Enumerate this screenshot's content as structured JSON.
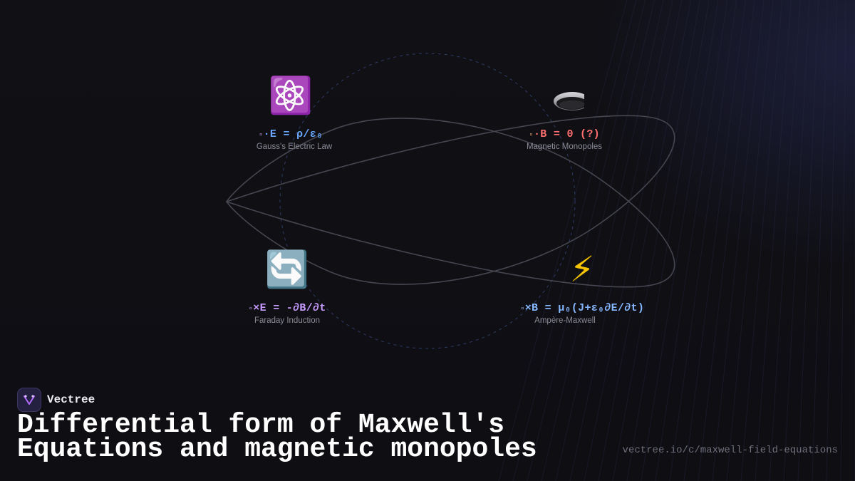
{
  "brand": {
    "name": "Vectree",
    "accent": "#b36bff",
    "logo_bg": "#23213f"
  },
  "title_lines": [
    "Differential form of Maxwell's",
    "Equations and magnetic monopoles"
  ],
  "url": "vectree.io/c/maxwell-field-equations",
  "equations": [
    {
      "id": "gauss-electric",
      "icon": "atom-icon",
      "glyph": "⚛️",
      "symbol": "▫",
      "formula": "·E = ρ/ε₀",
      "caption": "Gauss's Electric Law",
      "color": "#6aa8ff",
      "symbol_color": "#d6a6ff"
    },
    {
      "id": "magnetic-monopoles",
      "icon": "hole-icon",
      "glyph": "",
      "symbol": "▫",
      "formula": "·B = 0 (?)",
      "caption": "Magnetic Monopoles",
      "color": "#ff6f6f",
      "symbol_color": "#ffb27a"
    },
    {
      "id": "faraday",
      "icon": "cycle-arrows-icon",
      "glyph": "🔄",
      "symbol": "▫",
      "formula": "×E = -∂B/∂t",
      "caption": "Faraday Induction",
      "color": "#c79bff",
      "symbol_color": "#d6a6ff"
    },
    {
      "id": "ampere-maxwell",
      "icon": "lightning-icon",
      "glyph": "⚡",
      "symbol": "▫",
      "formula": "×B = μ₀(J+ε₀∂E/∂t)",
      "caption": "Ampère-Maxwell",
      "color": "#86b8ff",
      "symbol_color": "#a9c8ff"
    }
  ]
}
